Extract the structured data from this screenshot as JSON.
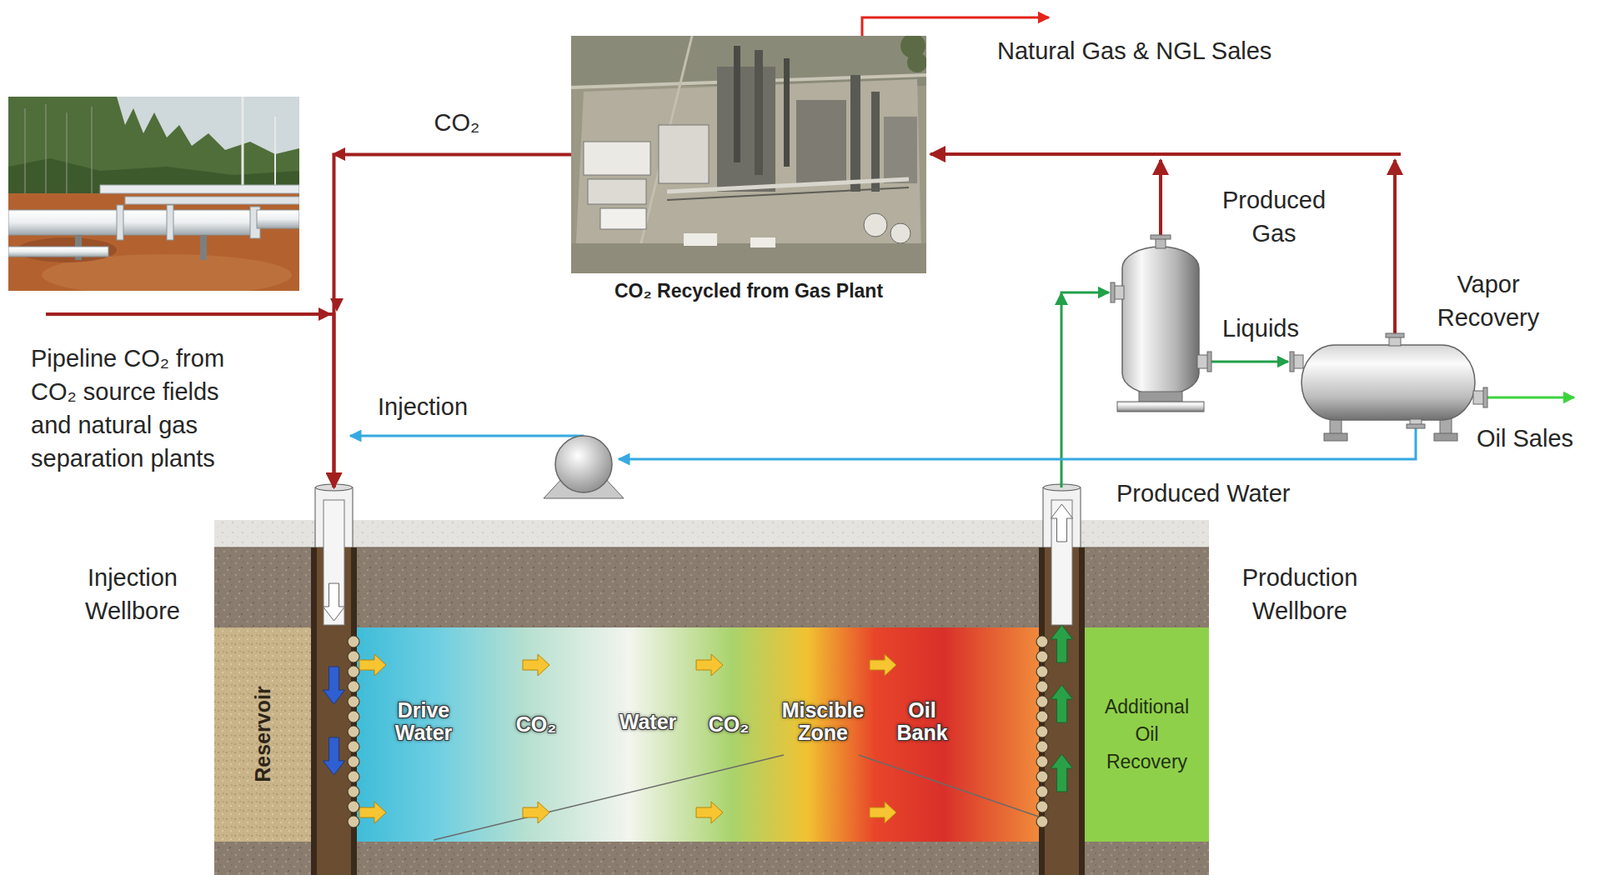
{
  "diagram": {
    "nodes": [
      {
        "text": [
          "Pipeline CO₂ from CO₂ source fields and natural gas separation plants"
        ]
      },
      {
        "text": [
          "CO₂ Recycled from Gas Plant"
        ]
      },
      {
        "text": [
          "Injection Wellbore"
        ]
      },
      {
        "text": [
          "Production Wellbore"
        ]
      },
      {
        "text": [
          "Reservoir"
        ]
      },
      {
        "text": [
          "Drive Water",
          "CO₂",
          "Water",
          "CO₂",
          "Miscible Zone",
          "Oil Bank"
        ]
      },
      {
        "text": [
          "Additional Oil Recovery"
        ]
      }
    ],
    "edges": [
      {
        "from": 1,
        "to": 2,
        "label": "CO₂",
        "arrow": "to"
      },
      {
        "from": 0,
        "to": 2,
        "arrow": "to"
      }
    ],
    "labels": [
      "Natural Gas & NGL Sales",
      "Produced Gas",
      "Vapor Recovery",
      "Liquids",
      "Oil Sales",
      "Produced Water",
      "Injection"
    ]
  }
}
